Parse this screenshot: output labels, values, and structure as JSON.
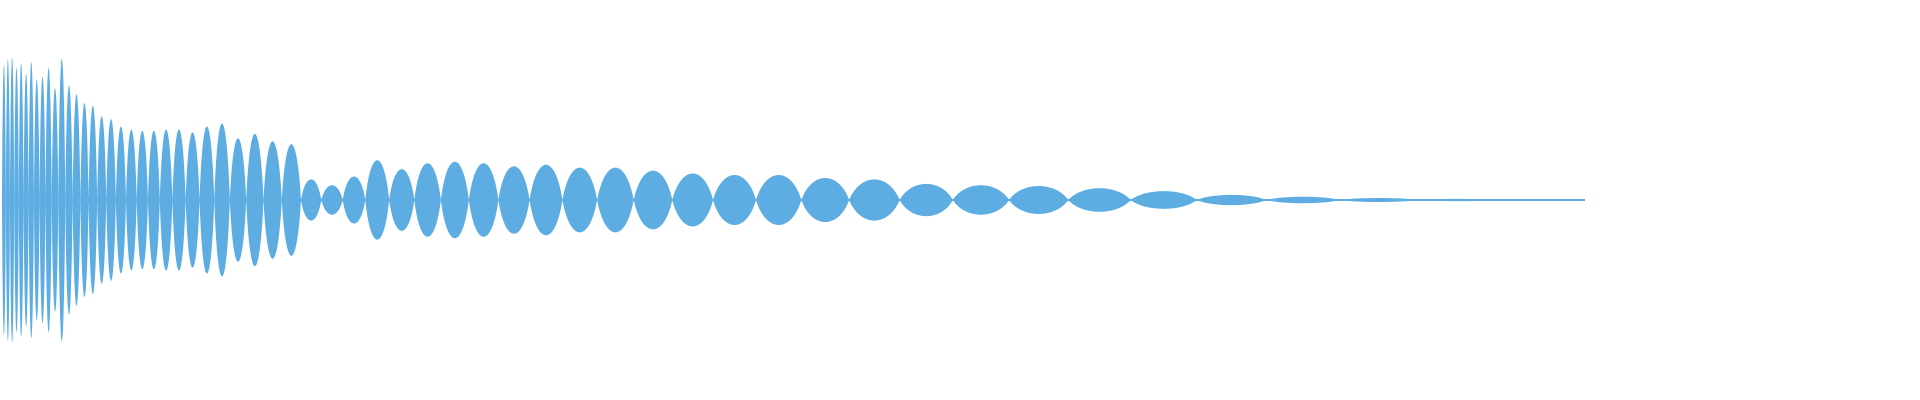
{
  "waveform": {
    "kind": "audio-waveform",
    "fill_color": "#5dade2",
    "background_color": "#ffffff",
    "lobes": [
      0.92,
      0.96,
      0.97,
      0.9,
      0.93,
      0.86,
      0.94,
      0.82,
      0.84,
      0.9,
      0.76,
      0.96,
      0.78,
      0.72,
      0.66,
      0.64,
      0.57,
      0.55,
      0.5,
      0.48,
      0.47,
      0.47,
      0.48,
      0.48,
      0.46,
      0.5,
      0.52,
      0.42,
      0.45,
      0.4,
      0.38,
      0.14,
      0.1,
      0.16,
      0.27,
      0.21,
      0.25,
      0.26,
      0.25,
      0.23,
      0.24,
      0.22,
      0.22,
      0.2,
      0.18,
      0.17,
      0.17,
      0.15,
      0.14,
      0.11,
      0.1,
      0.095,
      0.08,
      0.06,
      0.035,
      0.022,
      0.014,
      0.008,
      0.005
    ]
  }
}
